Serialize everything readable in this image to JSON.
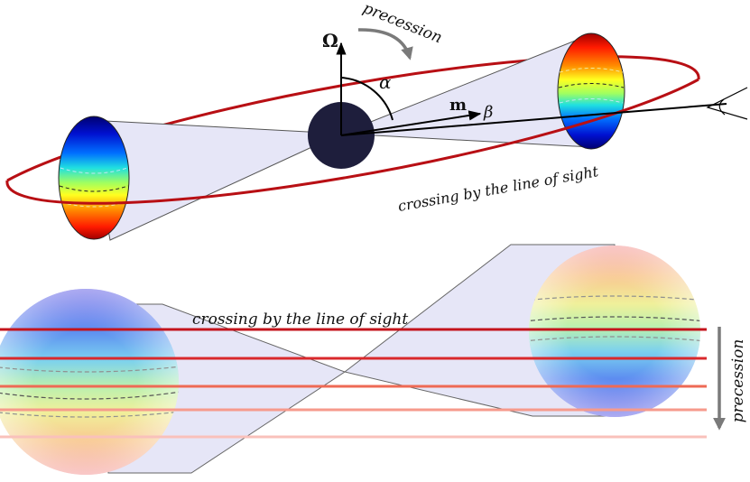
{
  "labels": {
    "omega": "Ω",
    "alpha": "α",
    "m": "m",
    "beta": "β",
    "precession_top": "precession",
    "crossing_top": "crossing by the line of sight",
    "crossing_bottom": "crossing by the line of sight",
    "precession_side": "precession"
  },
  "colors": {
    "orbit": "#b80f14",
    "cone_fill": "#e6e6f7",
    "star": "#1e1e3c",
    "line_1": "#c4141c",
    "line_2": "#d9292c",
    "line_3": "#ee6a55",
    "line_4": "#f69a8c",
    "line_5": "#f9c1bb",
    "arrow_gray": "#7a7a7a"
  }
}
